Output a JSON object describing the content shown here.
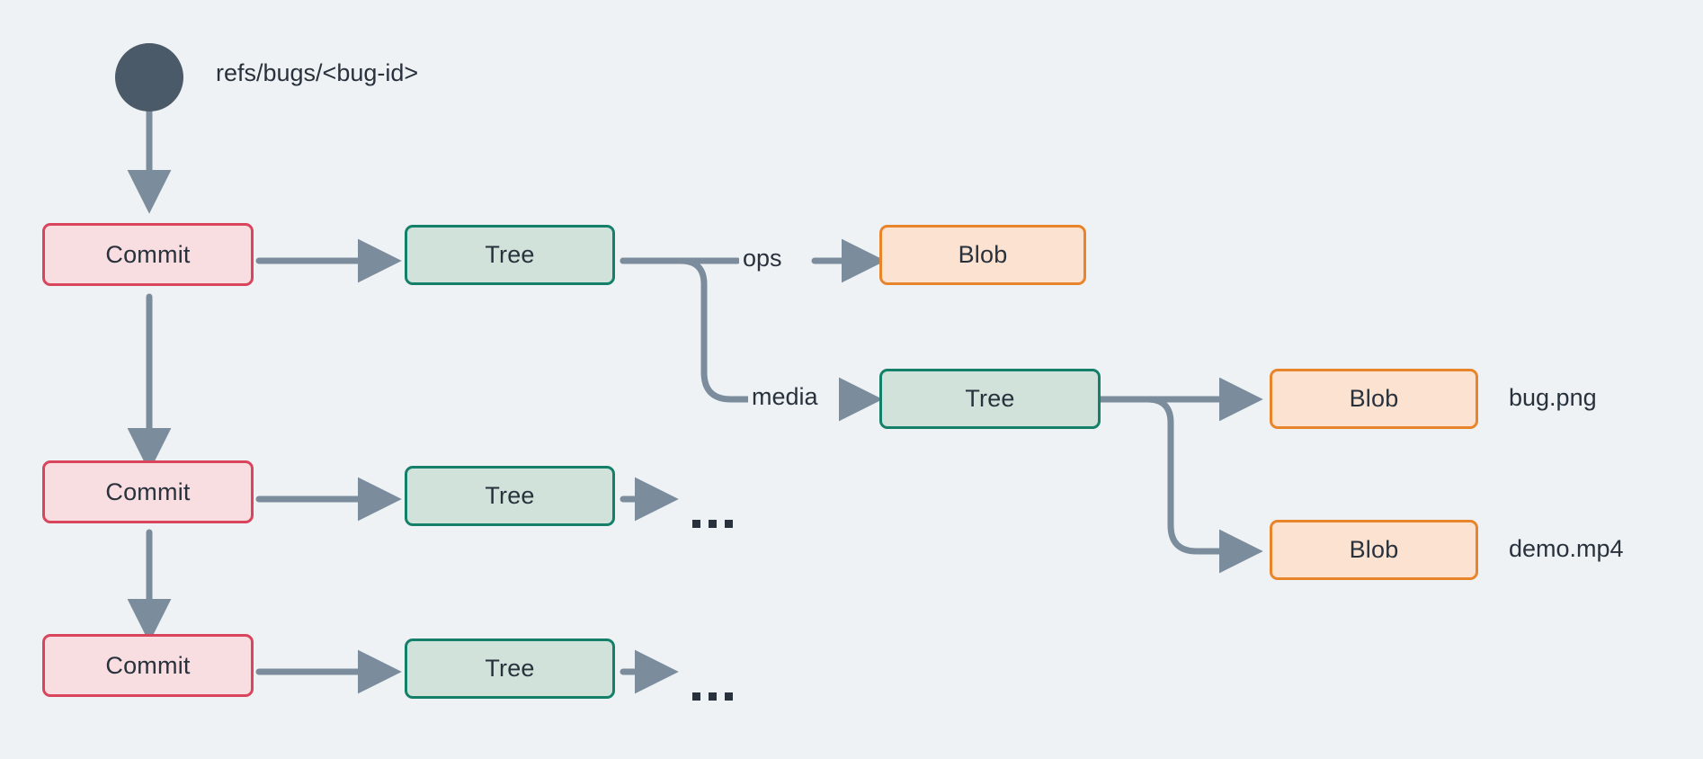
{
  "diagram": {
    "title": "git-object-graph",
    "background_color": "#eef2f5",
    "text_color": "#29323c",
    "edge_color": "#7b8c9c",
    "ref_label": "refs/bugs/<bug-id>",
    "ref_dot_color": "#4a5a68",
    "palette": {
      "commit_fill": "#f8dde1",
      "commit_stroke": "#d9455d",
      "tree_fill": "#d0e2da",
      "tree_stroke": "#15806a",
      "blob_fill": "#fce3d1",
      "blob_stroke": "#e8842a"
    },
    "nodes": {
      "commit_1": "Commit",
      "commit_2": "Commit",
      "commit_3": "Commit",
      "tree_1": "Tree",
      "tree_2": "Tree",
      "tree_3": "Tree",
      "tree_media": "Tree",
      "blob_ops": "Blob",
      "blob_bug_png": "Blob",
      "blob_demo_mp4": "Blob"
    },
    "edge_labels": {
      "ops": "ops",
      "media": "media"
    },
    "file_labels": {
      "bug_png": "bug.png",
      "demo_mp4": "demo.mp4"
    },
    "truncation": {
      "tree_2_more": "...",
      "tree_3_more": "..."
    }
  }
}
